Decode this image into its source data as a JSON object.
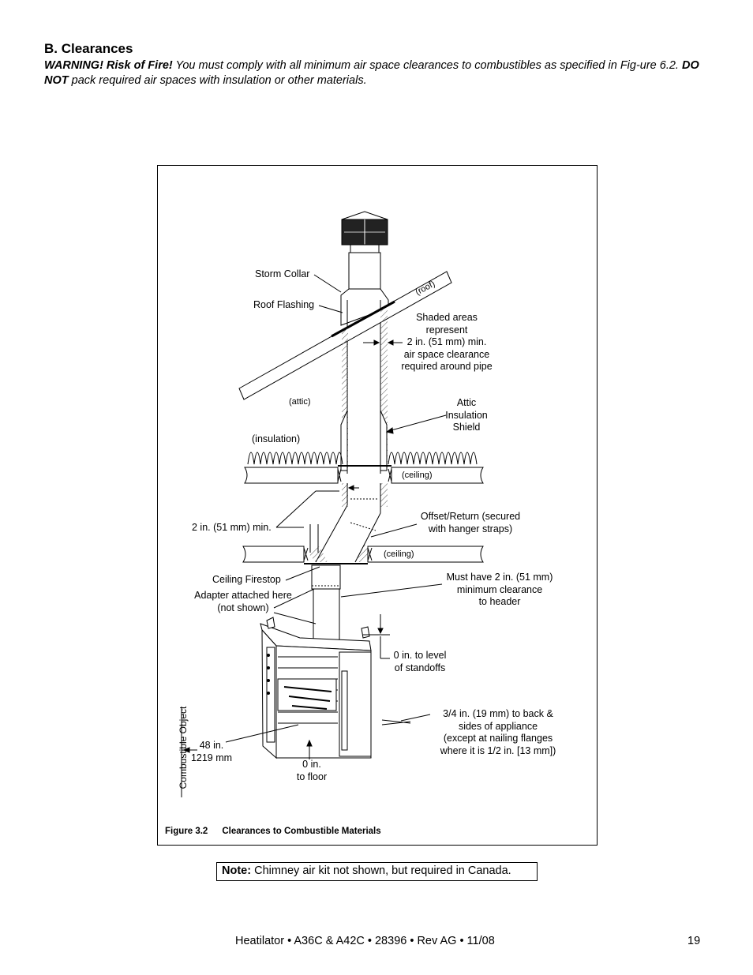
{
  "heading": "B. Clearances",
  "warning": {
    "lead": "WARNING! Risk of Fire!",
    "text1": " You must comply with all minimum air space clearances to combustibles as specified in Fig-ure 6.2. ",
    "do_not": "DO NOT",
    "text2": " pack required air spaces with insulation or other materials."
  },
  "figure": {
    "labels": {
      "storm_collar": "Storm Collar",
      "roof_flashing": "Roof Flashing",
      "roof": "(roof)",
      "shaded_1": "Shaded areas",
      "shaded_2": "represent",
      "shaded_3": "2 in. (51 mm) min.",
      "shaded_4": "air space clearance",
      "shaded_5": "required around pipe",
      "attic": "(attic)",
      "attic_shield_1": "Attic",
      "attic_shield_2": "Insulation",
      "attic_shield_3": "Shield",
      "insulation": "(insulation)",
      "ceiling_1": "(ceiling)",
      "ceiling_2": "(ceiling)",
      "offset_1": "Offset/Return (secured",
      "offset_2": "with hanger straps)",
      "two_in_min": "2 in. (51 mm) min.",
      "firestop": "Ceiling Firestop",
      "adapter_1": "Adapter attached here",
      "adapter_2": "(not shown)",
      "header_1": "Must have 2 in. (51 mm)",
      "header_2": "minimum clearance",
      "header_3": "to header",
      "standoff_1": "0 in. to level",
      "standoff_2": "of standoffs",
      "back_1": "3/4 in. (19 mm) to back &",
      "back_2": "sides of appliance",
      "back_3": "(except at nailing flanges",
      "back_4": "where it is 1/2 in. [13 mm])",
      "in48_1": "48 in.",
      "in48_2": "1219 mm",
      "floor_1": "0 in.",
      "floor_2": "to floor",
      "combustible": "Combustible Object"
    },
    "caption_num": "Figure 3.2",
    "caption_title": "Clearances to Combustible Materials"
  },
  "note": {
    "lead": "Note:",
    "text": " Chimney air kit not shown, but required in Canada."
  },
  "footer": "Heatilator • A36C & A42C • 28396 • Rev AG  • 11/08",
  "page_number": "19"
}
